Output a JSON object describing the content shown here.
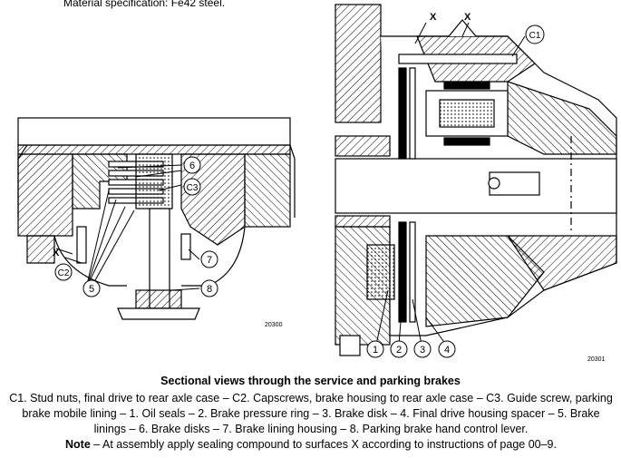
{
  "material_spec": "Material specification: Fe42 steel.",
  "figure_numbers": {
    "left": "20300",
    "right": "20301"
  },
  "callouts": {
    "c1": "C1",
    "c2": "C2",
    "c3": "C3",
    "n1": "1",
    "n2": "2",
    "n3": "3",
    "n4": "4",
    "n5": "5",
    "n6": "6",
    "n7": "7",
    "n8": "8",
    "x": "X"
  },
  "caption": {
    "title": "Sectional views through the service and parking brakes",
    "body": "C1. Stud nuts, final drive to rear axle case – C2. Capscrews, brake housing to rear axle case – C3. Guide screw, parking brake mobile lining – 1. Oil seals – 2. Brake pressure ring – 3. Brake disk – 4. Final drive housing spacer – 5. Brake linings – 6. Brake disks – 7. Brake lining housing – 8. Parking brake hand control lever.",
    "note_label": "Note",
    "note_text": " – At assembly apply sealing compound to surfaces X according to instructions of page 00–9."
  }
}
